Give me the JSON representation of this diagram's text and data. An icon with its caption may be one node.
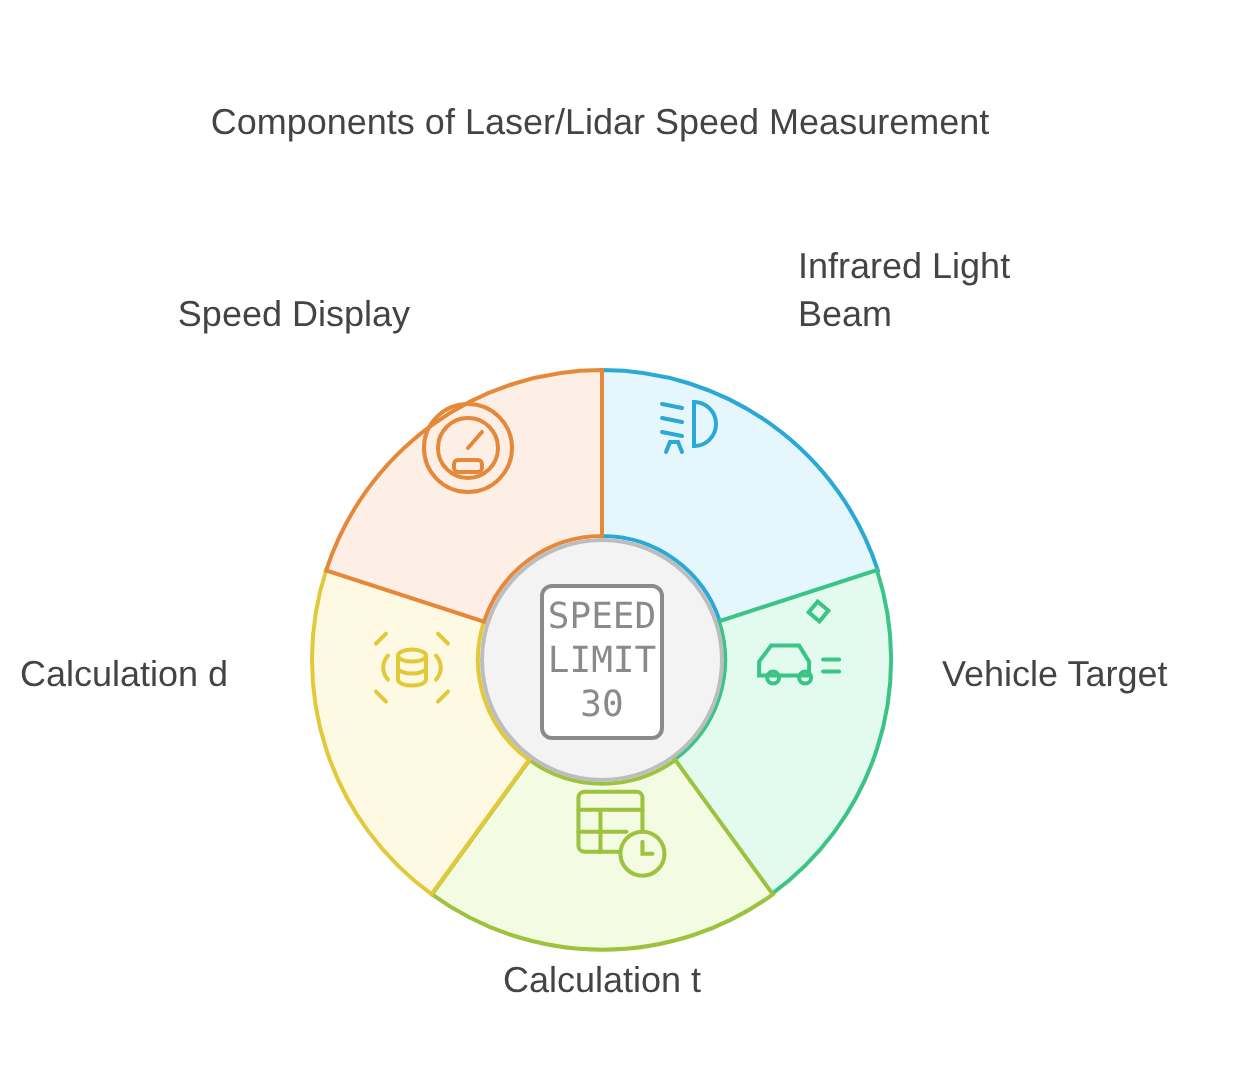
{
  "diagram": {
    "title": "Components of Laser/Lidar Speed Measurement",
    "nodes": [
      {
        "text": [
          "Infrared Light Beam"
        ]
      },
      {
        "text": [
          "Vehicle Target"
        ]
      },
      {
        "text": [
          "Calculation t"
        ]
      },
      {
        "text": [
          "Calculation d"
        ]
      },
      {
        "text": [
          "Speed Display"
        ]
      },
      {
        "text": [
          "SPEED LIMIT 30"
        ]
      }
    ]
  }
}
